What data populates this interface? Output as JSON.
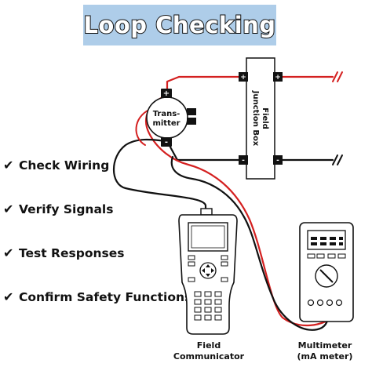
{
  "title": "Loop Checking",
  "checklist": [
    {
      "label": "Check Wiring"
    },
    {
      "label": "Verify Signals"
    },
    {
      "label": "Test Responses"
    },
    {
      "label": "Confirm Safety Functions"
    }
  ],
  "transmitter_label": [
    "Trans-",
    "mitter"
  ],
  "junction_box_label": [
    "Field",
    "Junction Box"
  ],
  "field_communicator_label": [
    "Field",
    "Communicator"
  ],
  "multimeter_label": [
    "Multimeter",
    "(mA meter)"
  ],
  "terminal_symbols": {
    "plus": "+",
    "minus": "-"
  },
  "colors": {
    "title_bg": "#aecde9",
    "wire_red": "#d42020",
    "wire_black": "#111111",
    "device_fill": "#ffffff"
  }
}
